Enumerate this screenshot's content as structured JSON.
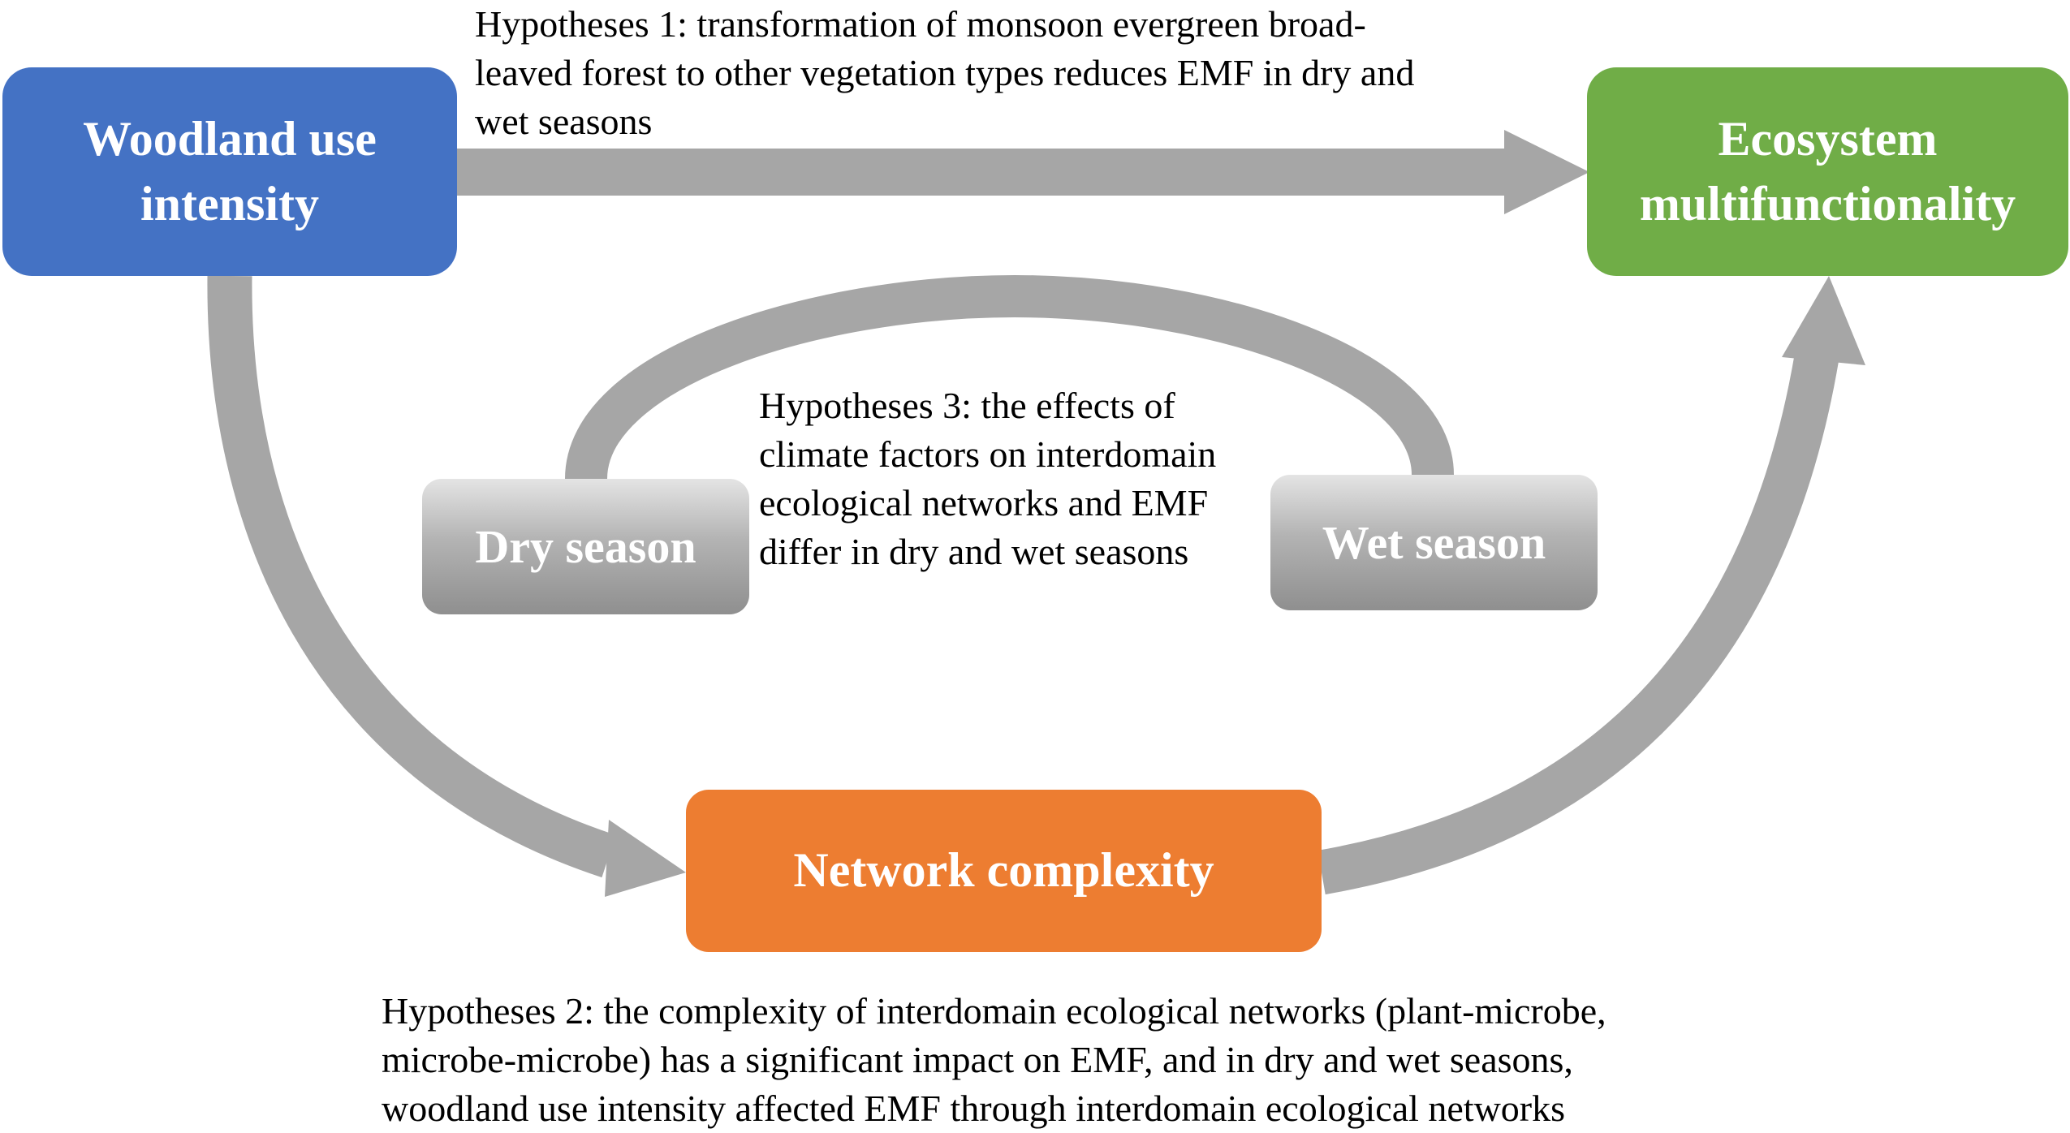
{
  "nodes": {
    "woodland_use_intensity": {
      "line1": "Woodland use",
      "line2": "intensity",
      "color": "#4472c4"
    },
    "ecosystem_multifunctionality": {
      "line1": "Ecosystem",
      "line2": "multifunctionality",
      "color": "#70ad47"
    },
    "network_complexity": {
      "label": "Network complexity",
      "color": "#ed7d31"
    },
    "dry_season": {
      "label": "Dry season",
      "color": "#a6a6a6"
    },
    "wet_season": {
      "label": "Wet season",
      "color": "#a6a6a6"
    }
  },
  "hypotheses": {
    "h1": {
      "line1": "Hypotheses 1:  transformation of monsoon evergreen broad-",
      "line2": "leaved forest to other vegetation types reduces EMF in dry and",
      "line3": "wet seasons"
    },
    "h2": {
      "line1": "Hypotheses 2:  the complexity of interdomain ecological networks (plant-microbe,",
      "line2": "microbe-microbe) has a significant impact on EMF, and in dry and wet seasons,",
      "line3": "woodland use intensity affected EMF through interdomain ecological networks"
    },
    "h3": {
      "line1": "Hypotheses 3:  the effects of",
      "line2": "climate factors on interdomain",
      "line3": "ecological networks and EMF",
      "line4": "differ in dry and wet seasons"
    }
  },
  "arrow_color": "#a6a6a6"
}
